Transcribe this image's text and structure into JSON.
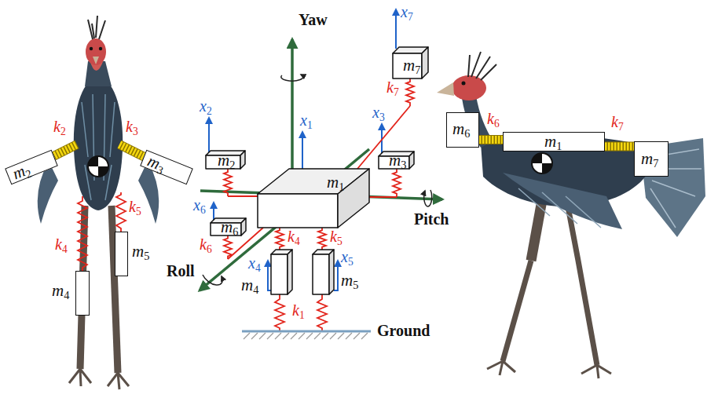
{
  "diagram": {
    "nodes": [
      {
        "text": [
          "m2"
        ]
      },
      {
        "text": [
          "m3"
        ]
      },
      {
        "text": [
          "m4"
        ]
      },
      {
        "text": [
          "m5"
        ]
      },
      {
        "text": [
          "m7"
        ]
      },
      {
        "text": [
          "m2"
        ]
      },
      {
        "text": [
          "m1"
        ]
      },
      {
        "text": [
          "m3"
        ]
      },
      {
        "text": [
          "m6"
        ]
      },
      {
        "text": [
          "m4"
        ]
      },
      {
        "text": [
          "m5"
        ]
      },
      {
        "text": [
          "m6"
        ]
      },
      {
        "text": [
          "m1"
        ]
      },
      {
        "text": [
          "m7"
        ]
      }
    ],
    "edges": [
      {
        "from": 6,
        "to": 4,
        "arrow": "none",
        "label": "k7"
      },
      {
        "from": 6,
        "to": 5,
        "arrow": "none"
      },
      {
        "from": 6,
        "to": 7,
        "arrow": "none"
      },
      {
        "from": 6,
        "to": 8,
        "arrow": "none",
        "label": "k6"
      },
      {
        "from": 6,
        "to": 9,
        "arrow": "none",
        "label": "k4"
      },
      {
        "from": 6,
        "to": 10,
        "arrow": "none",
        "label": "k5"
      },
      {
        "from": 11,
        "to": 12,
        "arrow": "none",
        "label": "k6"
      },
      {
        "from": 12,
        "to": 13,
        "arrow": "none",
        "label": "k7"
      }
    ],
    "labels": [
      "k2",
      "k3",
      "k4",
      "k5",
      "Yaw",
      "x7",
      "x2",
      "x1",
      "x3",
      "x6",
      "Pitch",
      "Roll",
      "x4",
      "x5",
      "k1",
      "Ground"
    ]
  }
}
